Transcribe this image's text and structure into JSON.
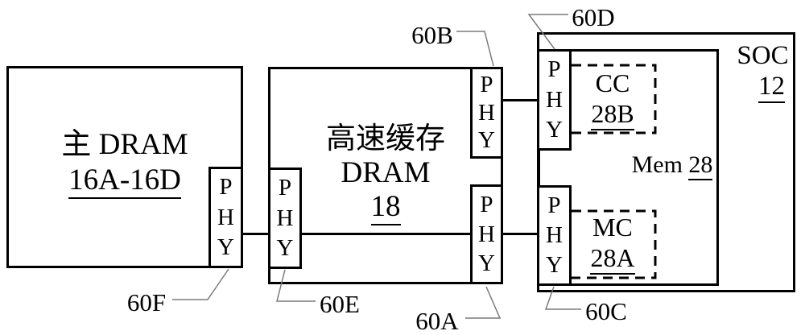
{
  "figure": {
    "main_dram": {
      "title": "主 DRAM",
      "ref": "16A-16D"
    },
    "cache_dram": {
      "title": "高速缓存",
      "subtitle": "DRAM",
      "ref": "18"
    },
    "soc": {
      "title": "SOC",
      "ref": "12"
    },
    "mem": {
      "title": "Mem",
      "ref": "28"
    },
    "cc": {
      "title": "CC",
      "ref": "28B"
    },
    "mc": {
      "title": "MC",
      "ref": "28A"
    },
    "phy_letters": [
      "P",
      "H",
      "Y"
    ],
    "ref_labels": {
      "a": "60A",
      "b": "60B",
      "c": "60C",
      "d": "60D",
      "e": "60E",
      "f": "60F"
    },
    "colors": {
      "line": "#000000",
      "leader": "#7a7a7a",
      "background": "#ffffff"
    }
  }
}
